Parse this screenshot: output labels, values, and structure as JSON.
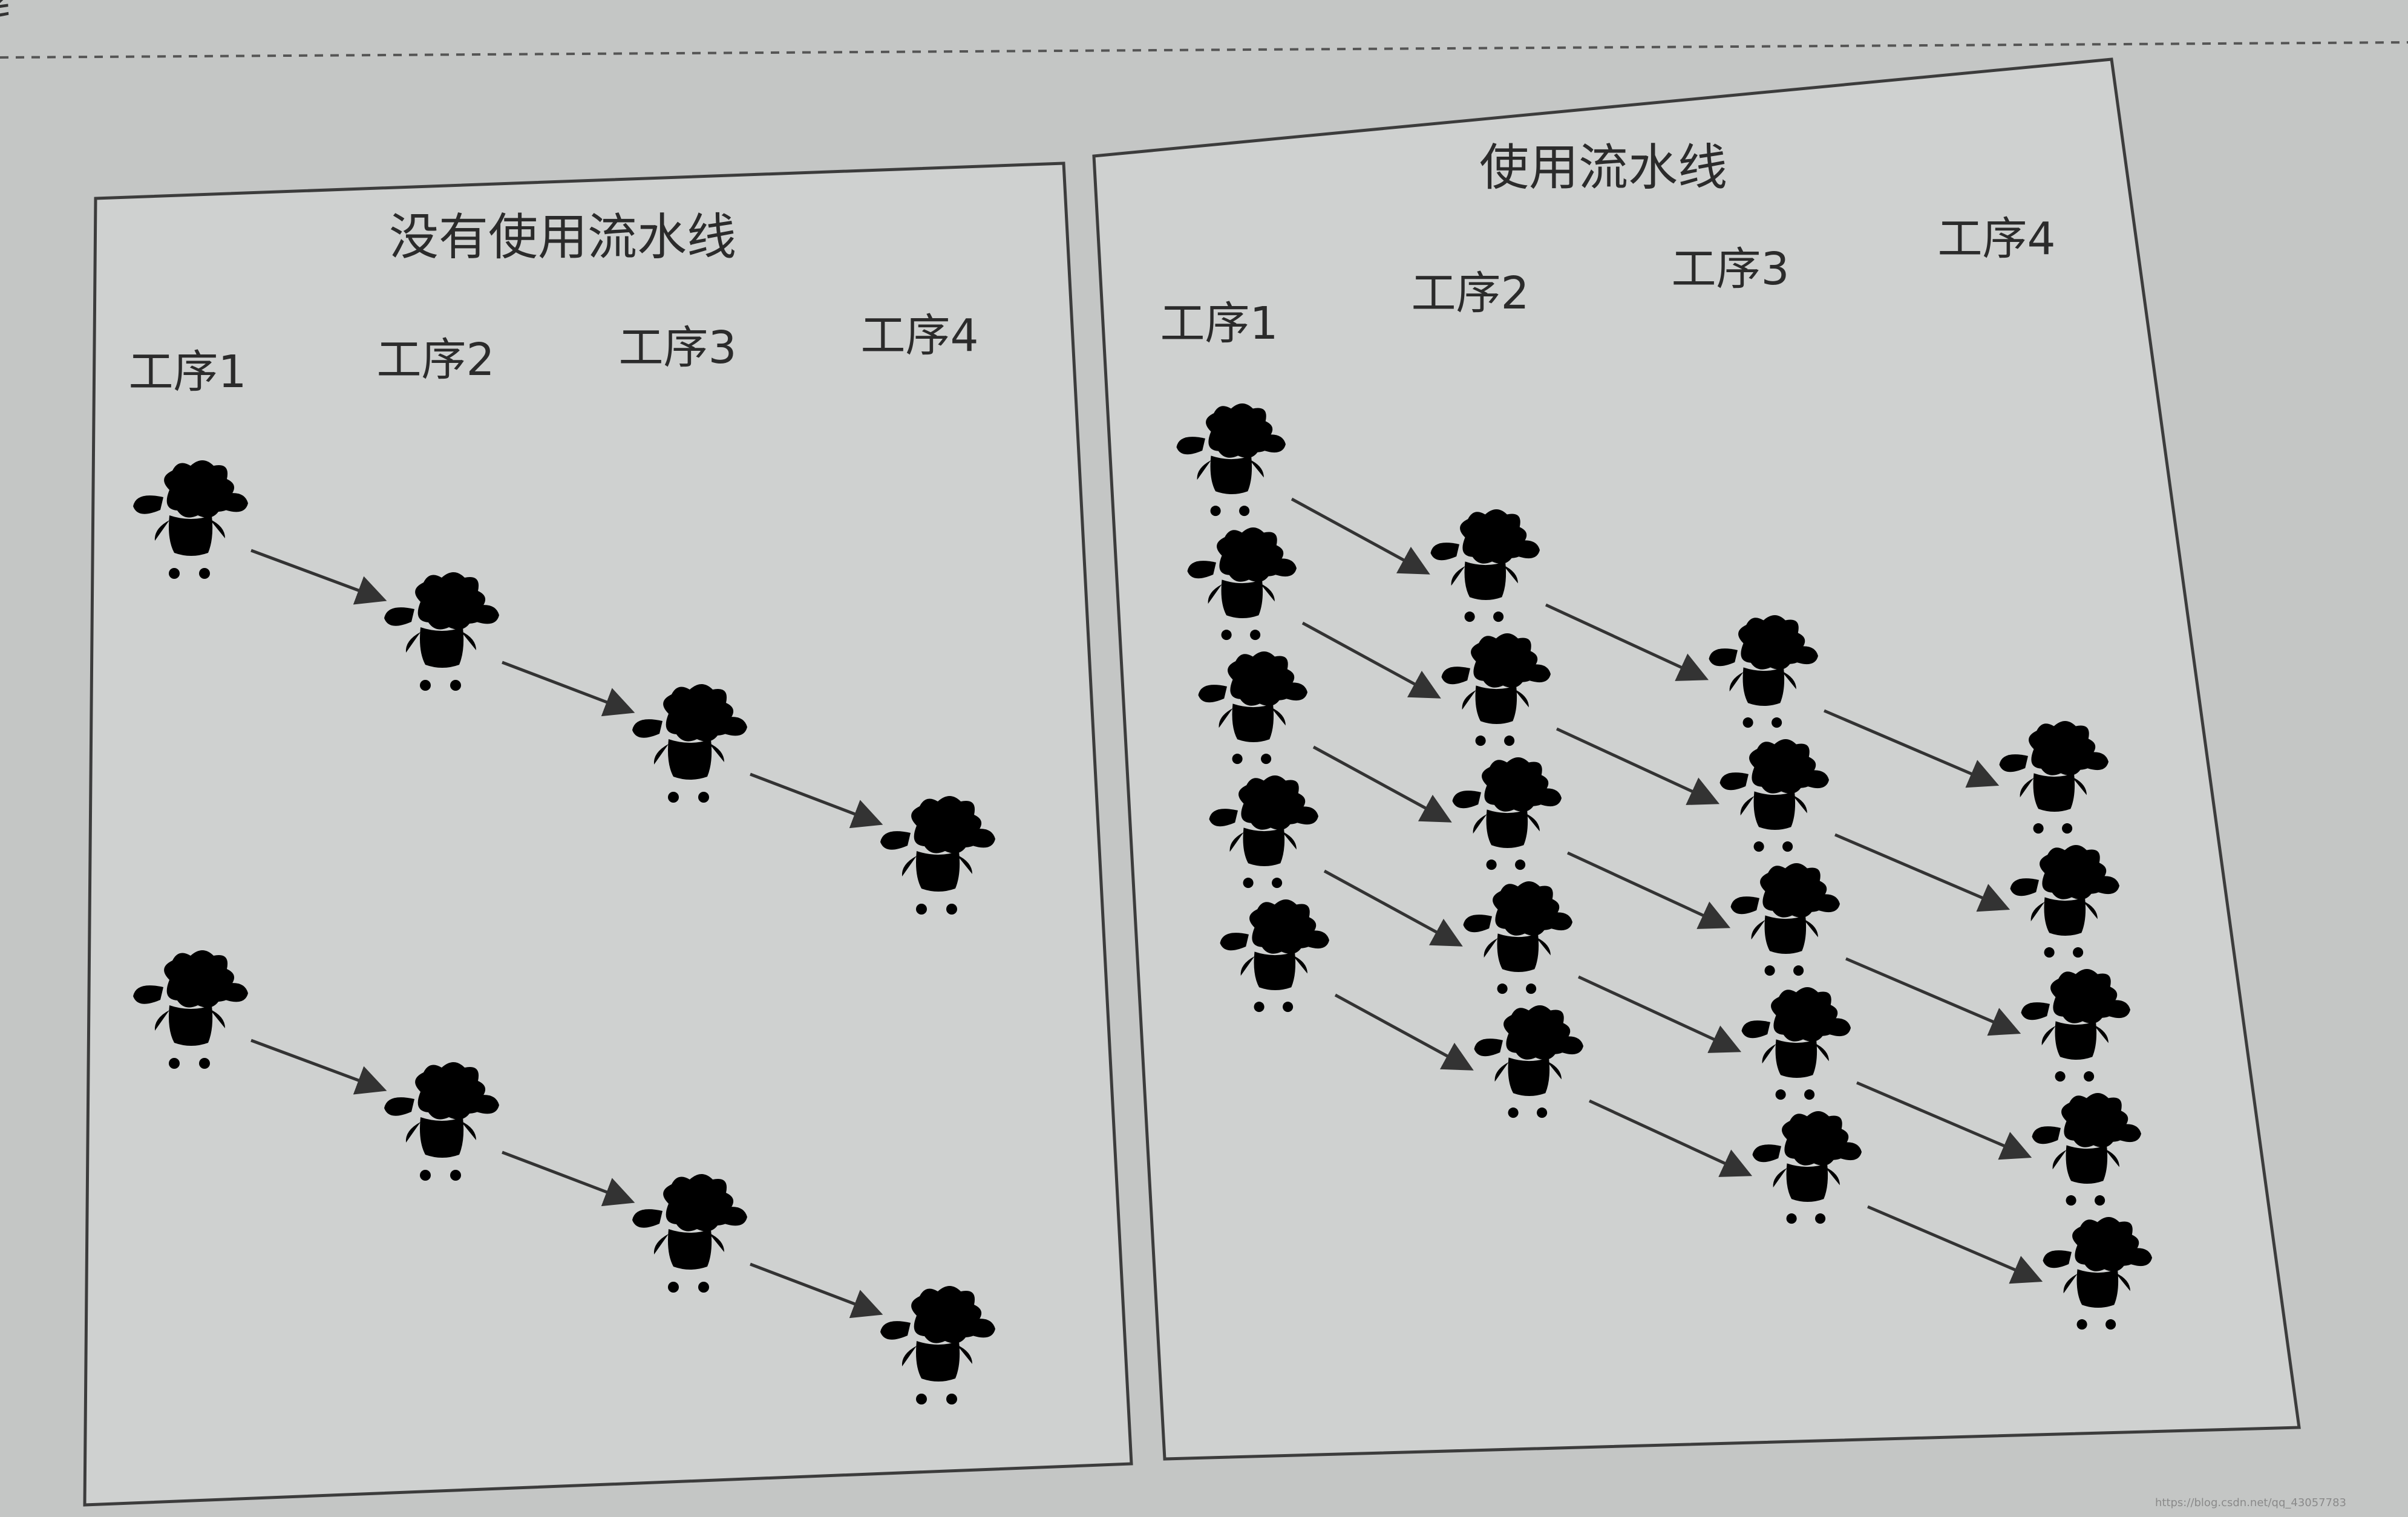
{
  "page": {
    "header_glyph": "纟",
    "watermark": "https://blog.csdn.net/qq_43057783"
  },
  "icons": {
    "worker": "sheep-worker-icon",
    "arrow": "arrow-right-icon"
  },
  "panels": [
    {
      "id": "no-pipeline",
      "title": "没有使用流水线",
      "steps": [
        "工序1",
        "工序2",
        "工序3",
        "工序4"
      ],
      "tasks": 2,
      "mode": "sequential"
    },
    {
      "id": "pipeline",
      "title": "使用流水线",
      "steps": [
        "工序1",
        "工序2",
        "工序3",
        "工序4"
      ],
      "tasks": 5,
      "mode": "pipelined"
    }
  ]
}
